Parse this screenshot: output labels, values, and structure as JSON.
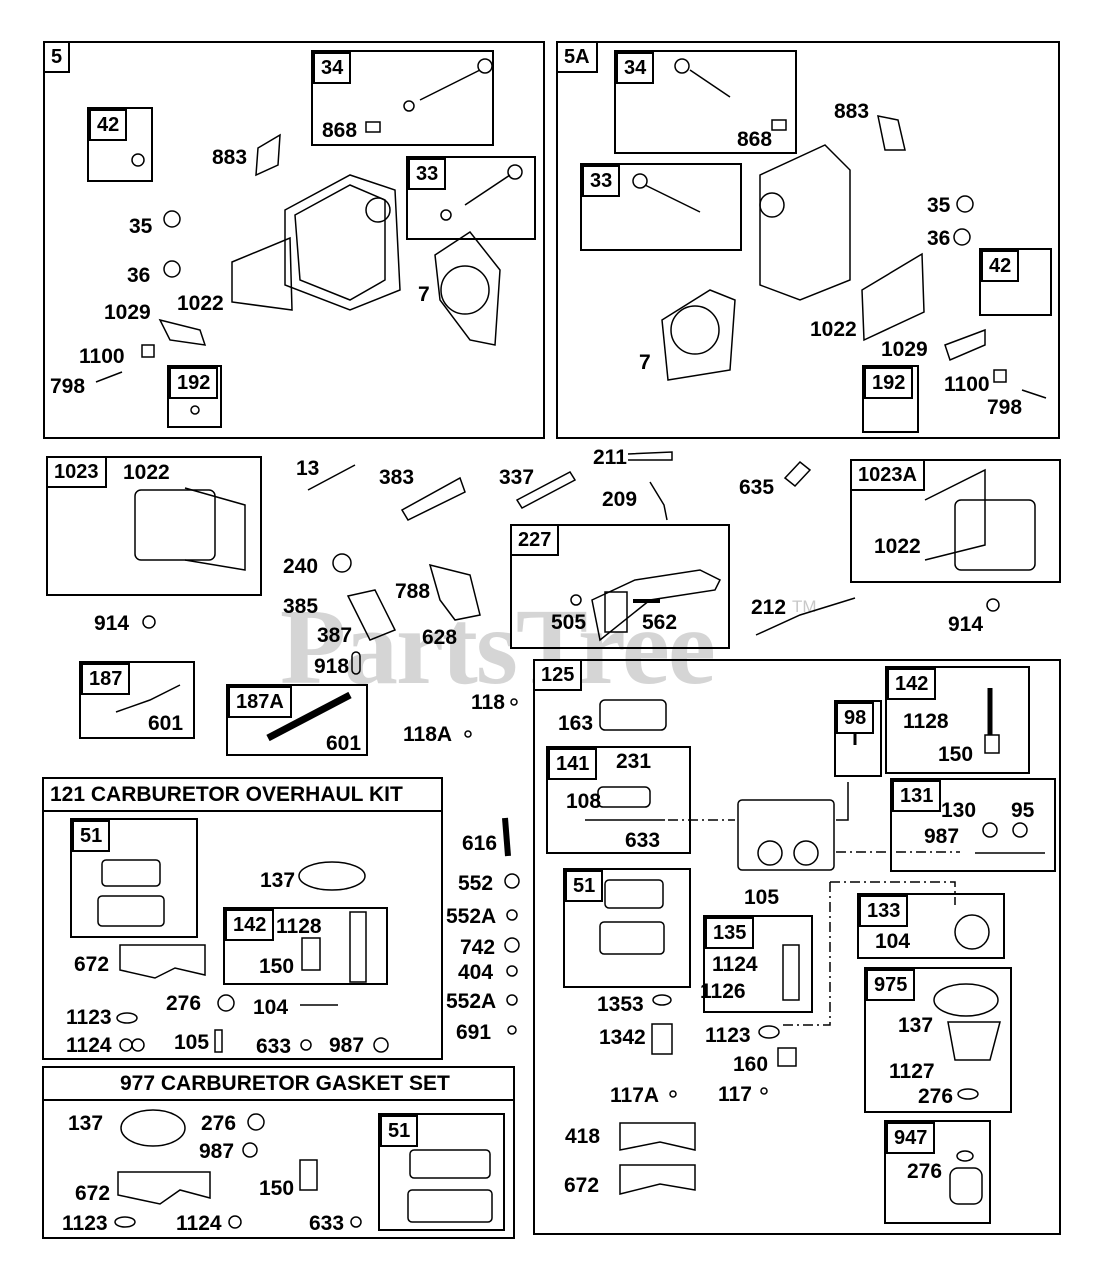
{
  "watermark": {
    "text": "PartsTree",
    "tm": "TM"
  },
  "panels": {
    "p5": {
      "tag": "5",
      "sub34": {
        "tag": "34",
        "labels": [
          "868"
        ]
      },
      "sub42": {
        "tag": "42"
      },
      "sub33": {
        "tag": "33"
      },
      "sub192": {
        "tag": "192"
      },
      "labels": [
        "883",
        "35",
        "36",
        "1029",
        "1022",
        "1100",
        "798",
        "7"
      ]
    },
    "p5a": {
      "tag": "5A",
      "sub34": {
        "tag": "34",
        "labels": [
          "868"
        ]
      },
      "sub33": {
        "tag": "33"
      },
      "sub42": {
        "tag": "42"
      },
      "sub192": {
        "tag": "192"
      },
      "labels": [
        "883",
        "35",
        "36",
        "1022",
        "1029",
        "7",
        "1100",
        "798"
      ]
    },
    "p1023": {
      "tag": "1023",
      "labels": [
        "1022"
      ]
    },
    "p1023a": {
      "tag": "1023A",
      "labels": [
        "1022"
      ]
    },
    "p227": {
      "tag": "227",
      "labels": [
        "505",
        "562"
      ]
    },
    "p187": {
      "tag": "187",
      "labels": [
        "601"
      ]
    },
    "p187a": {
      "tag": "187A",
      "labels": [
        "601"
      ]
    },
    "loose": [
      "914",
      "13",
      "383",
      "337",
      "211",
      "209",
      "635",
      "240",
      "788",
      "385",
      "387",
      "628",
      "918",
      "212",
      "914",
      "118",
      "118A",
      "616",
      "552",
      "552A",
      "742",
      "404",
      "552A",
      "691"
    ],
    "p121": {
      "title": "121 CARBURETOR OVERHAUL KIT",
      "sub51": {
        "tag": "51"
      },
      "sub142": {
        "tag": "142",
        "labels": [
          "1128",
          "150"
        ]
      },
      "labels": [
        "137",
        "672",
        "276",
        "104",
        "1123",
        "1124",
        "105",
        "633",
        "987"
      ]
    },
    "p977": {
      "title": "977 CARBURETOR GASKET SET",
      "sub51": {
        "tag": "51"
      },
      "labels": [
        "137",
        "276",
        "987",
        "672",
        "150",
        "1123",
        "1124",
        "633"
      ]
    },
    "p125": {
      "tag": "125",
      "labels": [
        "163",
        "105",
        "1353",
        "1342",
        "1123",
        "160",
        "117A",
        "117",
        "418",
        "672"
      ],
      "sub141": {
        "tag": "141",
        "labels": [
          "231",
          "108",
          "633"
        ]
      },
      "sub98": {
        "tag": "98"
      },
      "sub142": {
        "tag": "142",
        "labels": [
          "1128",
          "150"
        ]
      },
      "sub131": {
        "tag": "131",
        "labels": [
          "130",
          "95",
          "987"
        ]
      },
      "sub51": {
        "tag": "51"
      },
      "sub135": {
        "tag": "135",
        "labels": [
          "1124",
          "1126"
        ]
      },
      "sub133": {
        "tag": "133",
        "labels": [
          "104"
        ]
      },
      "sub975": {
        "tag": "975",
        "labels": [
          "137",
          "1127",
          "276"
        ]
      },
      "sub947": {
        "tag": "947",
        "labels": [
          "276"
        ]
      }
    }
  }
}
